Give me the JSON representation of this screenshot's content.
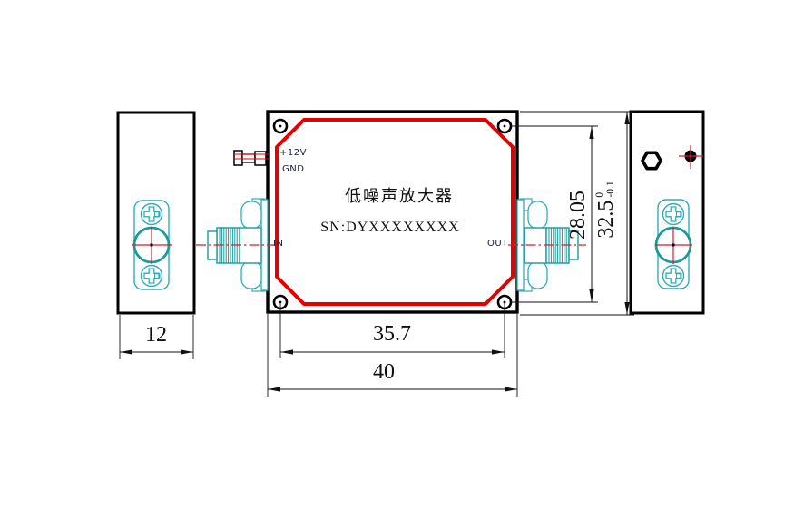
{
  "drawing": {
    "product_title": "低噪声放大器",
    "serial_number": "SN:DYXXXXXXXX",
    "port_labels": {
      "power": "+12V",
      "ground": "GND",
      "input": "IN",
      "output": "OUT"
    },
    "dimensions": {
      "side_width": "12",
      "mount_hole_spacing_h": "35.7",
      "body_width": "40",
      "mount_hole_spacing_v": "28.05",
      "body_height": "32.5",
      "body_height_tol_upper": "0",
      "body_height_tol_lower": "-0.1"
    },
    "colors": {
      "line_black": "#000000",
      "gasket_red": "#e60000",
      "centerline_red": "#cc2233",
      "connector_teal": "#1a9a9a",
      "connector_teal_light": "#2fadb5",
      "label_ink": "#1c1c3a"
    }
  }
}
